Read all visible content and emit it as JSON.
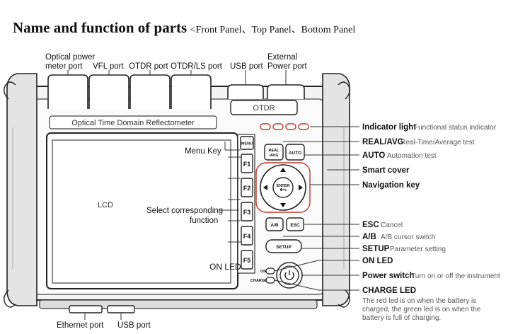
{
  "title": {
    "main": "Name and function of parts",
    "sub": "<Front Panel、Top Panel、Bottom Panel"
  },
  "device": {
    "name_badge": "OTDR",
    "panel_label": "Optical Time Domain Reflectometer",
    "screen_label": "LCD",
    "keys": {
      "menu": "MENU",
      "f1": "F1",
      "f2": "F2",
      "f3": "F3",
      "f4": "F4",
      "f5": "F5",
      "real_avg_1": "REAL",
      "real_avg_2": "/AVG",
      "auto": "AUTO",
      "enter": "ENTER",
      "ab": "A/B",
      "esc": "ESC",
      "setup": "SETUP"
    },
    "led_on": "ON",
    "led_charge": "CHARGE"
  },
  "top_labels": {
    "power_meter_1": "Optical power",
    "power_meter_2": "meter port",
    "vfl": "VFL port",
    "otdr": "OTDR port",
    "otdr_ls": "OTDR/LS port",
    "usb": "USB port",
    "ext_power_1": "External",
    "ext_power_2": "Power port"
  },
  "left_labels": {
    "menu_key": "Menu Key",
    "select_1": "Select corresponding",
    "select_2": "function",
    "on_led": "ON LED"
  },
  "right_labels": {
    "indicator": {
      "name": "Indicator light",
      "desc": "Functional status indicator"
    },
    "real_avg": {
      "name": "REAL/AVG",
      "desc": "Real-Time/Average test"
    },
    "auto": {
      "name": "AUTO",
      "desc": "Automation test"
    },
    "smart_cover": {
      "name": "Smart cover"
    },
    "nav": {
      "name": "Navigation key"
    },
    "esc": {
      "name": "ESC",
      "desc": "Cancel"
    },
    "ab": {
      "name": "A/B",
      "desc": "A/B cursor switch"
    },
    "setup": {
      "name": "SETUP",
      "desc": "Parameter setting"
    },
    "on_led": {
      "name": "ON LED"
    },
    "power": {
      "name": "Power switch",
      "desc": "Turn on or off the instrument"
    },
    "charge": {
      "name": "CHARGE LED"
    },
    "charge_desc_1": "The red led is on when the battery is",
    "charge_desc_2": "charged, the green led is on when the",
    "charge_desc_3": "battery is full of charging."
  },
  "bottom_labels": {
    "ethernet": "Ethernet port",
    "usb": "USB port"
  }
}
